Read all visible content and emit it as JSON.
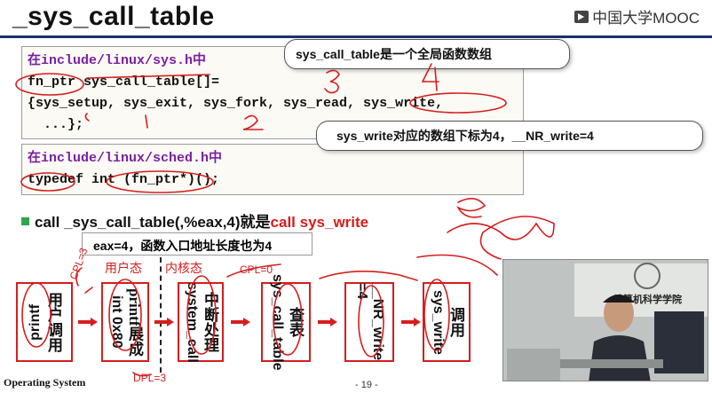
{
  "header": {
    "title": "_sys_call_table",
    "logo_text": "中国大学MOOC"
  },
  "code1": {
    "header": "在include/linux/sys.h中",
    "lines": [
      "fn_ptr sys_call_table[]=",
      "{sys_setup, sys_exit, sys_fork, sys_read, sys_write,",
      "  ...};"
    ]
  },
  "code2": {
    "header": "在include/linux/sched.h中",
    "lines": [
      "typedef int (fn_ptr*)();"
    ]
  },
  "callouts": {
    "c1": "sys_call_table是一个全局函数数组",
    "c2": "sys_write对应的数组下标为4，__NR_write=4"
  },
  "bullet": {
    "prefix": "call _sys_call_table(,%eax,4)",
    "mid": "就是",
    "suffix": "call sys_write"
  },
  "info_box": "eax=4，函数入口地址长度也为4",
  "zones": {
    "user": "用户态",
    "kernel": "内核态"
  },
  "steps": [
    {
      "a": "printf",
      "b": "用户调用"
    },
    {
      "a": "int 0x80",
      "b": "printf展成"
    },
    {
      "a": "system_call",
      "b": "中断处理"
    },
    {
      "a": "sys_call_table",
      "b": "查表"
    },
    {
      "a": "__NR_write =4",
      "b": ""
    },
    {
      "a": "sys_write",
      "b": "调用"
    }
  ],
  "footer": {
    "course": "Operating System",
    "page": "- 19 -"
  },
  "video": {
    "banner": "计算机科学学院"
  },
  "annotations": {
    "cpl0": "CPL=0",
    "cpl3": "CPL=3",
    "dpl3": "DPL=3"
  },
  "colors": {
    "accent_red": "#d61d1d",
    "title_rule": "#1f2f6e",
    "header_purple": "#7a1fa2",
    "bullet_green": "#2fa64a"
  }
}
